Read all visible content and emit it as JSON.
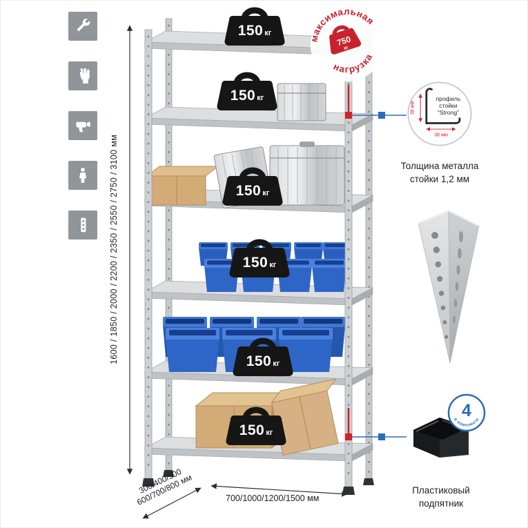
{
  "colors": {
    "accent_red": "#d2232a",
    "accent_blue": "#2a6cb8",
    "stamp_red": "#c8232c",
    "bin_blue": "#2e66c8",
    "box_tan": "#d6b183",
    "metal_gray": "#c6c9cc",
    "icon_gray": "#90959a",
    "weight_black": "#161616"
  },
  "left_toolbar": {
    "icons": [
      {
        "name": "wrench-icon"
      },
      {
        "name": "glove-icon"
      },
      {
        "name": "drill-icon"
      },
      {
        "name": "person-icon"
      },
      {
        "name": "rack-post-icon"
      }
    ]
  },
  "dims": {
    "height": "1600 / 1850 / 2000 / 2200 / 2350 / 2550 / 2750 / 3100 мм",
    "width": "700/1000/1200/1500 мм",
    "depth_line1": "300/400/500",
    "depth_line2": "600/700/800 мм"
  },
  "shelves": [
    {
      "value": "150",
      "unit": "кг"
    },
    {
      "value": "150",
      "unit": "кг"
    },
    {
      "value": "150",
      "unit": "кг"
    },
    {
      "value": "150",
      "unit": "кг"
    },
    {
      "value": "150",
      "unit": "кг"
    },
    {
      "value": "150",
      "unit": "кг"
    }
  ],
  "stamp": {
    "arc_top": "максимальная",
    "arc_bottom": "нагрузка",
    "value": "750",
    "unit": "кг"
  },
  "profile": {
    "label_line1": "профиль",
    "label_line2": "стойки",
    "label_line3": "“Strong”",
    "dim_vertical": "38 мм",
    "dim_horizontal": "38 мм",
    "caption_line1": "Толщина металла",
    "caption_line2": "стойки 1,2 мм"
  },
  "foot": {
    "badge_number": "4",
    "badge_text": "в комплекте",
    "caption_line1": "Пластиковый",
    "caption_line2": "подпятник"
  }
}
